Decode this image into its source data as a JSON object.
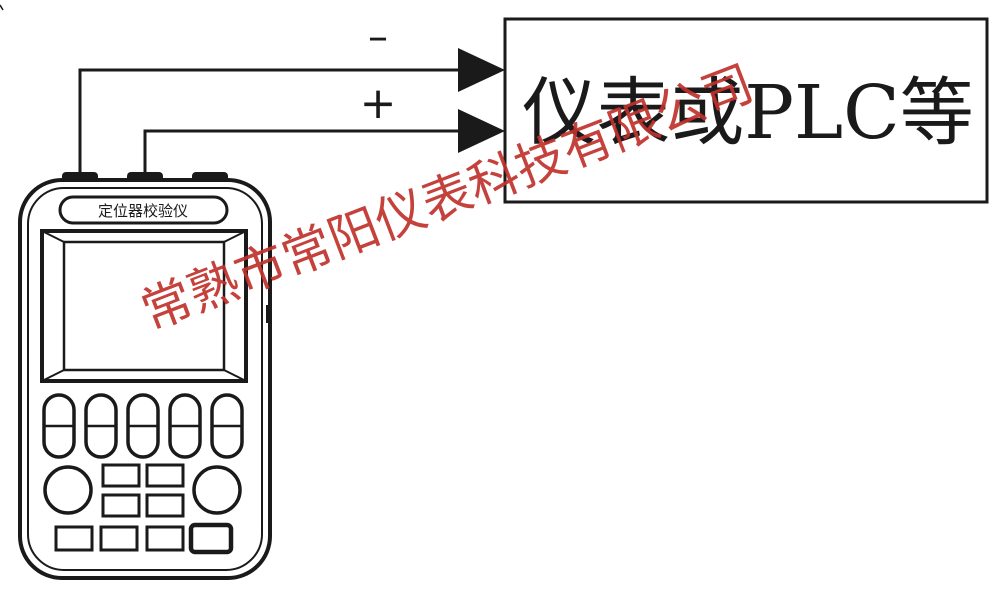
{
  "polarity": {
    "negative": "–",
    "positive": "+"
  },
  "target_box": {
    "label": "仪表或PLC等"
  },
  "device": {
    "title": "定位器校验仪"
  },
  "watermark": {
    "text": "常熟市常阳仪表科技有限公司",
    "color": "#c0312b"
  },
  "colors": {
    "line": "#1a1a1a",
    "background": "#ffffff"
  }
}
